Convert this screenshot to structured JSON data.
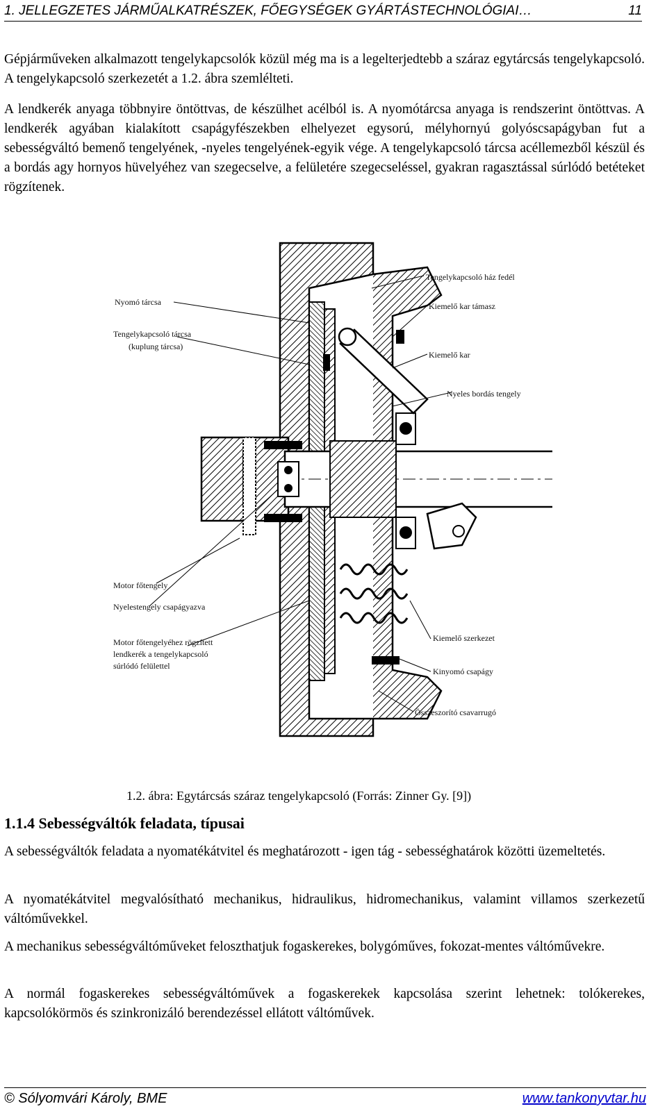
{
  "header": {
    "title": "1. JELLEGZETES JÁRMŰALKATRÉSZEK, FŐEGYSÉGEK GYÁRTÁSTECHNOLÓGIAI…",
    "page_number": "11"
  },
  "intro_paragraph_1": "Gépjárműveken alkalmazott tengelykapcsolók közül még ma is a legelterjedtebb a száraz egytárcsás tengelykapcsoló. A tengelykapcsoló szerkezetét a 1.2. ábra szemlélteti.",
  "intro_paragraph_2": "A lendkerék anyaga többnyire öntöttvas, de készülhet acélból is. A nyomótárcsa anyaga is rendszerint öntöttvas. A lendkerék agyában kialakított csapágyfészekben elhelyezet egysorú, mélyhornyú golyóscsapágyban fut a sebességváltó bemenő tengelyének, -nyeles tengelyének-egyik vége. A tengelykapcsoló tárcsa acéllemezből készül és a bordás agy hornyos hüvelyéhez van szegecselve, a felületére szegecseléssel, gyakran ragasztással súrlódó betéteket rögzítenek.",
  "figure": {
    "labels": {
      "cover": "Tengelykapcsoló ház fedél",
      "lever_support": "Kiemelő kar támasz",
      "release_lever": "Kiemelő kar",
      "splined_shaft": "Nyeles bordás tengely",
      "pressure_plate": "Nyomó tárcsa",
      "clutch_disc_1": "Tengelykapcsoló tárcsa",
      "clutch_disc_2": "(kuplung tárcsa)",
      "crankshaft": "Motor főtengely",
      "pilot_bearing": "Nyelestengely csapágyazva",
      "flywheel_1": "Motor főtengelyéhez rögzített",
      "flywheel_2": "lendkerék a tengelykapcsoló",
      "flywheel_3": "súrlódó felülettel",
      "release_mechanism": "Kiemelő szerkezet",
      "release_bearing": "Kinyomó csapágy",
      "clamp_bolt": "Összeszorító csavarrugó"
    },
    "caption": "1.2. ábra: Egytárcsás száraz tengelykapcsoló  (Forrás: Zinner Gy. [9])"
  },
  "section": {
    "heading": "1.1.4 Sebességváltók feladata, típusai",
    "paragraphs": [
      "A sebességváltók feladata a nyomatékátvitel és meghatározott - igen tág - sebességhatárok közötti üzemeltetés.",
      "A nyomatékátvitel megvalósítható mechanikus, hidraulikus, hidromechanikus, valamint villamos szerkezetű váltóművekkel.",
      "A mechanikus sebességváltóműveket feloszthatjuk fogaskerekes, bolygóműves, fokozat-mentes váltóművekre.",
      "A normál fogaskerekes sebességváltóművek a fogaskerekek kapcsolása szerint lehetnek: tolókerekes, kapcsolókörmös és szinkronizáló berendezéssel ellátott váltóművek."
    ]
  },
  "footer": {
    "author": "© Sólyomvári Károly, BME",
    "link": "www.tankonyvtar.hu"
  }
}
